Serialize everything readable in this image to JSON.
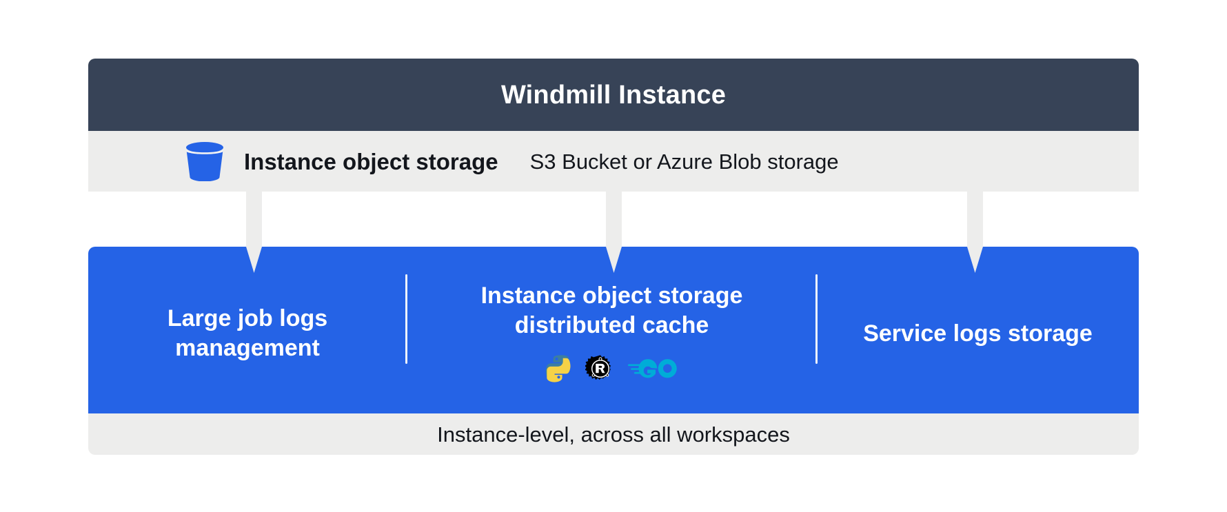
{
  "diagram": {
    "header": {
      "title": "Windmill Instance",
      "background_color": "#374357",
      "text_color": "#FFFFFF"
    },
    "storage_band": {
      "icon": "s3-bucket-icon",
      "icon_color": "#2563E6",
      "title": "Instance object storage",
      "subtitle": "S3 Bucket or Azure Blob storage",
      "background_color": "#EDEDEC"
    },
    "connectors": {
      "count": 3,
      "color": "#EDEDEC",
      "direction": "down"
    },
    "panel": {
      "background_color": "#2563E6",
      "text_color": "#FFFFFF",
      "divider_color": "#F3F5FB",
      "columns": [
        {
          "title": "Large job logs management",
          "languages": []
        },
        {
          "title": "Instance object storage distributed cache",
          "languages": [
            "python-icon",
            "rust-icon",
            "go-icon"
          ]
        },
        {
          "title": "Service logs storage",
          "languages": []
        }
      ]
    },
    "footer": {
      "text": "Instance-level, across all workspaces",
      "background_color": "#EDEDEC"
    }
  }
}
